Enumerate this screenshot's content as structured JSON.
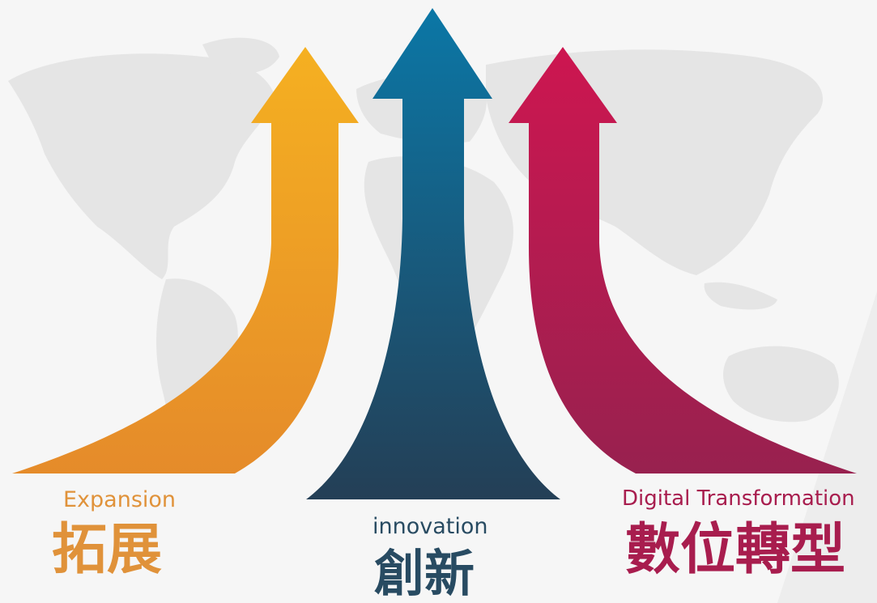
{
  "labels": {
    "left": {
      "en": "Expansion",
      "zh": "拓展"
    },
    "center": {
      "en": "innovation",
      "zh": "創新"
    },
    "right": {
      "en": "Digital Transformation",
      "zh": "數位轉型"
    }
  },
  "colors": {
    "background": "#f6f6f6",
    "map": "#e6e6e6",
    "orange_top": "#f5b021",
    "orange_bottom": "#e58b2a",
    "blue_top": "#0b77a6",
    "blue_bottom": "#243f56",
    "red_top": "#cd1650",
    "red_bottom": "#98214f"
  }
}
